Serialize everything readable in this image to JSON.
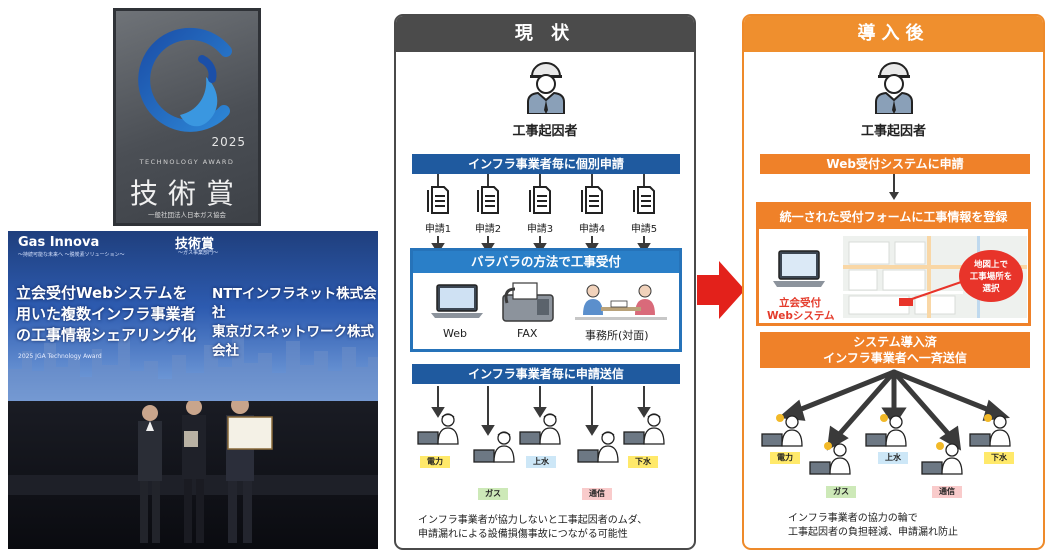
{
  "badge": {
    "year": "2025",
    "subtitle_en": "TECHNOLOGY AWARD",
    "title_jp": "技術賞",
    "org": "一般社団法人日本ガス協会"
  },
  "photo": {
    "logo": "Gas Innova",
    "logo_sub": "〜持続可能な未来へ 〜脱炭素ソリューション〜",
    "award_title": "技術賞",
    "award_sub": "〜ガス事業部門〜",
    "main_title": [
      "立会受付Webシステムを",
      "用いた複数インフラ事業者",
      "の工事情報シェアリング化"
    ],
    "companies": [
      "NTTインフラネット株式会社",
      "東京ガスネットワーク株式会社"
    ],
    "footer": "2025 JGA Technology Award"
  },
  "before": {
    "heading": "現 状",
    "originator": "工事起因者",
    "bar1": "インフラ事業者毎に個別申請",
    "docs": [
      "申請1",
      "申請2",
      "申請3",
      "申請4",
      "申請5"
    ],
    "methods_title": "バラバラの方法で工事受付",
    "methods": [
      "Web",
      "FAX",
      "事務所(対面)"
    ],
    "bar2": "インフラ事業者毎に申請送信",
    "tags": [
      "電力",
      "ガス",
      "上水",
      "通信",
      "下水"
    ],
    "note": [
      "インフラ事業者が協力しないと工事起因者のムダ、",
      "申請漏れによる設備損傷事故につながる可能性"
    ]
  },
  "after": {
    "heading": "導入後",
    "originator": "工事起因者",
    "bar1": "Web受付システムに申請",
    "form_title": "統一された受付フォームに工事情報を登録",
    "system_label": [
      "立会受付",
      "Webシステム"
    ],
    "callout": [
      "地図上で",
      "工事場所を",
      "選択"
    ],
    "bar2": [
      "システム導入済",
      "インフラ事業者へ一斉送信"
    ],
    "tags": [
      "電力",
      "ガス",
      "上水",
      "通信",
      "下水"
    ],
    "note": [
      "インフラ事業者の協力の輪で",
      "工事起因者の負担軽減、申請漏れ防止"
    ]
  },
  "colors": {
    "before_head": "#4b4b4b",
    "after_head": "#ef8f2e",
    "blue_bar": "#1f5a9f",
    "orange_bar": "#ef8129",
    "transition_arrow": "#e3211b"
  }
}
